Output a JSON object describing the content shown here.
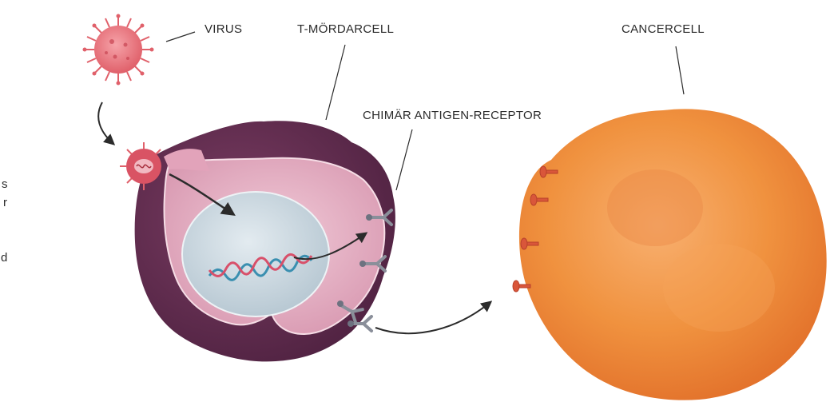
{
  "labels": {
    "virus": "VIRUS",
    "t_killer_cell": "T-MÖRDARCELL",
    "car": "CHIMÄR ANTIGEN-RECEPTOR",
    "cancer_cell": "CANCERCELL"
  },
  "edge_fragments": [
    "s",
    "r",
    "d"
  ],
  "colors": {
    "virus": "#e0606a",
    "t_cell_outer": "#5e2a4b",
    "t_cell_inner": "#e7b4c7",
    "nucleus": "#c9d6de",
    "dna_blue": "#3a8fb0",
    "dna_red": "#d8506a",
    "receptor": "#8a8f9a",
    "cancer": "#f0893e",
    "antigen": "#d9563a",
    "arrow": "#2b2b2b",
    "label_text": "#2b2b2b"
  }
}
